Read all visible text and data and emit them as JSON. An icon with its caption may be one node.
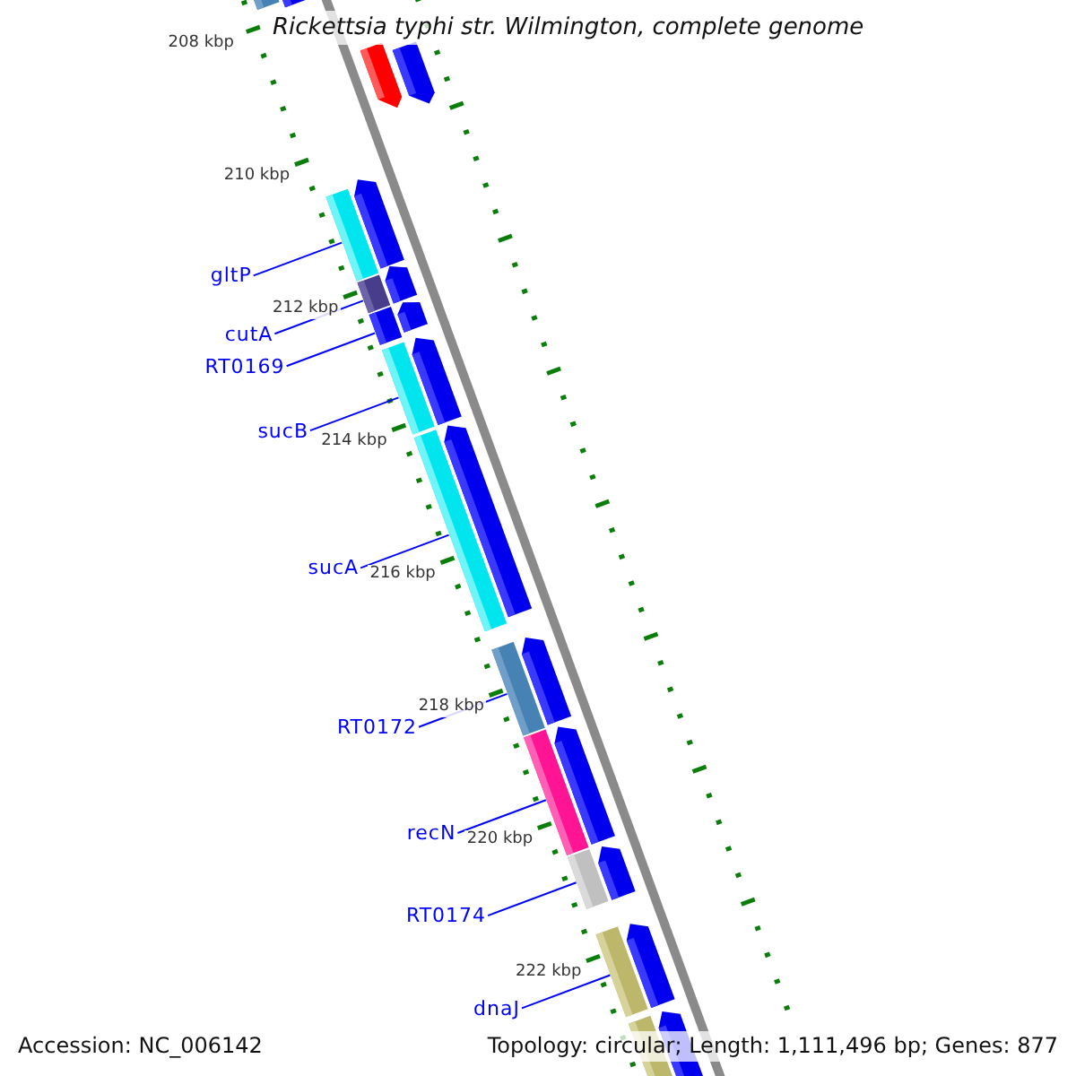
{
  "diagram": {
    "title": "Rickettsia typhi str. Wilmington, complete genome",
    "nodes": [
      {
        "text": [
          "gltP"
        ]
      },
      {
        "text": [
          "cutA"
        ]
      },
      {
        "text": [
          "RT0169"
        ]
      },
      {
        "text": [
          "sucB"
        ]
      },
      {
        "text": [
          "sucA"
        ]
      },
      {
        "text": [
          "RT0172"
        ]
      },
      {
        "text": [
          "recN"
        ]
      },
      {
        "text": [
          "RT0174"
        ]
      },
      {
        "text": [
          "dnaJ"
        ]
      },
      {
        "text": [],
        "shape": "bar"
      },
      {
        "text": [],
        "shape": "arrow"
      },
      {
        "text": [],
        "shape": "arrow"
      },
      {
        "text": [],
        "shape": "arrow"
      },
      {
        "text": [],
        "shape": "bar"
      },
      {
        "text": [],
        "shape": "arrow"
      },
      {
        "text": [],
        "shape": "bar"
      },
      {
        "text": [],
        "shape": "arrow"
      },
      {
        "text": [],
        "shape": "bar"
      },
      {
        "text": [],
        "shape": "arrow"
      },
      {
        "text": [],
        "shape": "bar"
      },
      {
        "text": [],
        "shape": "arrow"
      },
      {
        "text": [],
        "shape": "bar"
      },
      {
        "text": [],
        "shape": "arrow"
      },
      {
        "text": [],
        "shape": "bar"
      },
      {
        "text": [],
        "shape": "arrow"
      },
      {
        "text": [],
        "shape": "bar"
      },
      {
        "text": [],
        "shape": "arrow"
      },
      {
        "text": [],
        "shape": "bar"
      },
      {
        "text": [],
        "shape": "arrow"
      },
      {
        "text": [],
        "shape": "bar"
      },
      {
        "text": [],
        "shape": "arrow"
      },
      {
        "text": [],
        "shape": "bar"
      },
      {
        "text": [],
        "shape": "arrow"
      }
    ],
    "edges": [
      {
        "from": 0,
        "to": 13,
        "arrow": "none"
      },
      {
        "from": 1,
        "to": 15,
        "arrow": "none"
      },
      {
        "from": 2,
        "to": 17,
        "arrow": "none"
      },
      {
        "from": 3,
        "to": 19,
        "arrow": "none"
      },
      {
        "from": 4,
        "to": 21,
        "arrow": "none"
      },
      {
        "from": 5,
        "to": 23,
        "arrow": "none"
      },
      {
        "from": 6,
        "to": 25,
        "arrow": "none"
      },
      {
        "from": 7,
        "to": 27,
        "arrow": "none"
      },
      {
        "from": 8,
        "to": 29,
        "arrow": "none"
      }
    ],
    "labels": [
      "208 kbp",
      "210 kbp",
      "212 kbp",
      "214 kbp",
      "216 kbp",
      "218 kbp",
      "220 kbp",
      "222 kbp",
      "Accession: NC_006142",
      "Topology: circular; Length: 1,111,496 bp; Genes: 877"
    ]
  }
}
